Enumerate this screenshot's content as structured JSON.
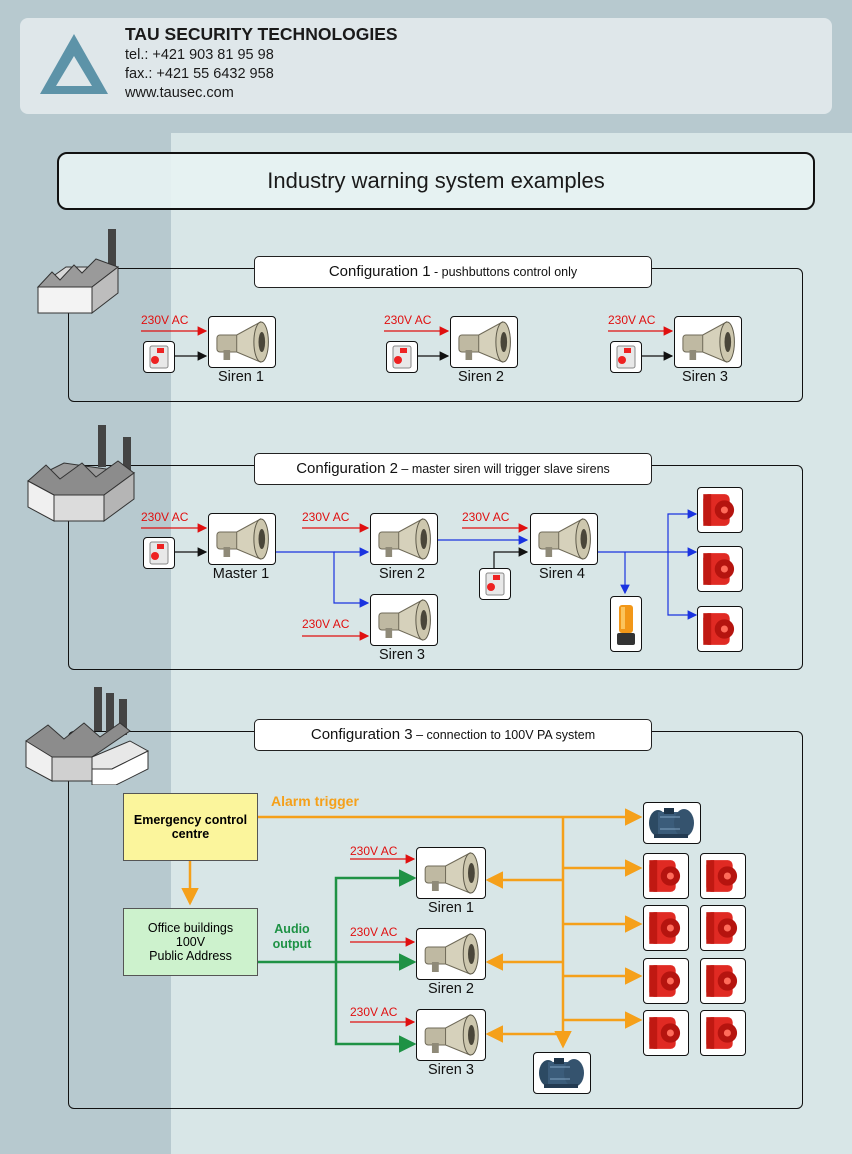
{
  "header": {
    "company": "TAU SECURITY TECHNOLOGIES",
    "tel": "tel.: +421 903 81 95 98",
    "fax": "fax.: +421 55 6432 958",
    "web": "www.tausec.com",
    "logo_icon": "triangle-logo"
  },
  "title": "Industry warning system examples",
  "colors": {
    "power": "#e01010",
    "trigger_link": "#1a33e0",
    "alarm_trigger": "#f5a01a",
    "audio": "#1e9245",
    "ecc_fill": "#fbf59c",
    "pa_fill": "#cdf2cd"
  },
  "power_label": "230V AC",
  "config1": {
    "title": "Configuration 1",
    "subtitle": " - pushbuttons control only",
    "sirens": [
      "Siren 1",
      "Siren 2",
      "Siren 3"
    ]
  },
  "config2": {
    "title": "Configuration 2",
    "subtitle": " – master siren will trigger slave sirens",
    "master": "Master 1",
    "sirens": [
      "Siren 2",
      "Siren 3",
      "Siren 4"
    ]
  },
  "config3": {
    "title": "Configuration 3",
    "subtitle": " – connection to 100V PA system",
    "ecc": [
      "Emergency control",
      "centre"
    ],
    "pa": [
      "Office buildings",
      "100V",
      "Public Address"
    ],
    "alarm_trigger": "Alarm trigger",
    "audio_output": [
      "Audio",
      "output"
    ],
    "sirens": [
      "Siren 1",
      "Siren 2",
      "Siren 3"
    ]
  }
}
